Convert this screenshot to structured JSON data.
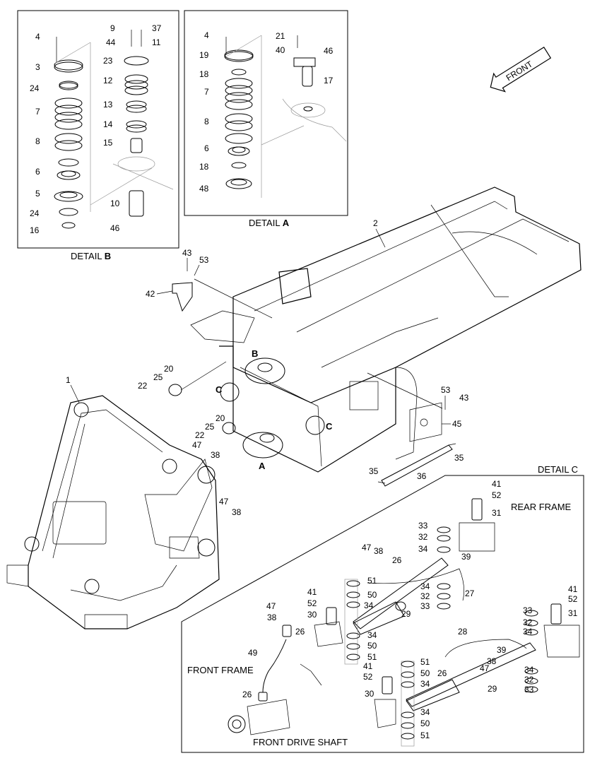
{
  "details": {
    "a_caption_prefix": "DETAIL ",
    "a_caption_letter": "A",
    "b_caption_prefix": "DETAIL ",
    "b_caption_letter": "B",
    "c_caption": "DETAIL C"
  },
  "front_arrow": "FRONT",
  "view_labels": {
    "rear_frame": "REAR FRAME",
    "front_frame": "FRONT FRAME",
    "front_drive_shaft": "FRONT DRIVE SHAFT"
  },
  "callout_letters": {
    "a": "A",
    "b": "B",
    "c": "C"
  },
  "part_numbers": {
    "p1": "1",
    "p2": "2",
    "p3": "3",
    "p4": "4",
    "p5": "5",
    "p6": "6",
    "p7": "7",
    "p8": "8",
    "p9": "9",
    "p10": "10",
    "p11": "11",
    "p12": "12",
    "p13": "13",
    "p14": "14",
    "p15": "15",
    "p16": "16",
    "p17": "17",
    "p18": "18",
    "p19": "19",
    "p20": "20",
    "p21": "21",
    "p22": "22",
    "p23": "23",
    "p24": "24",
    "p25": "25",
    "p26": "26",
    "p27": "27",
    "p28": "28",
    "p29": "29",
    "p30": "30",
    "p31": "31",
    "p32": "32",
    "p33": "33",
    "p34": "34",
    "p35": "35",
    "p36": "36",
    "p37": "37",
    "p38": "38",
    "p39": "39",
    "p40": "40",
    "p41": "41",
    "p42": "42",
    "p43": "43",
    "p44": "44",
    "p45": "45",
    "p46": "46",
    "p47": "47",
    "p48": "48",
    "p49": "49",
    "p50": "50",
    "p51": "51",
    "p52": "52",
    "p53": "53"
  }
}
